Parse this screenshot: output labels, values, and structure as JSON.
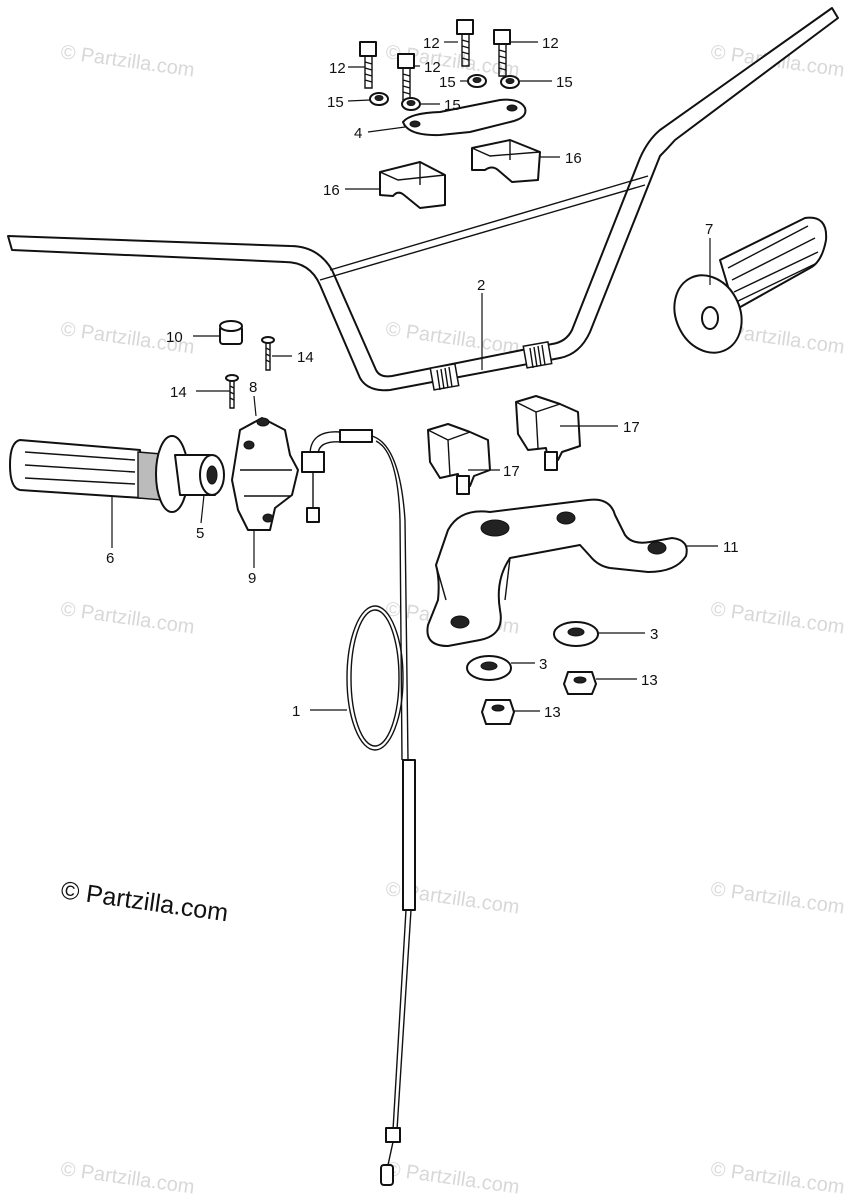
{
  "watermark": "© Partzilla.com",
  "copyright": "© Partzilla.com",
  "callouts": [
    {
      "id": "c1",
      "text": "1"
    },
    {
      "id": "c2",
      "text": "2"
    },
    {
      "id": "c3a",
      "text": "3"
    },
    {
      "id": "c3b",
      "text": "3"
    },
    {
      "id": "c4",
      "text": "4"
    },
    {
      "id": "c5",
      "text": "5"
    },
    {
      "id": "c6",
      "text": "6"
    },
    {
      "id": "c7",
      "text": "7"
    },
    {
      "id": "c8",
      "text": "8"
    },
    {
      "id": "c9",
      "text": "9"
    },
    {
      "id": "c10",
      "text": "10"
    },
    {
      "id": "c11",
      "text": "11"
    },
    {
      "id": "c12a",
      "text": "12"
    },
    {
      "id": "c12b",
      "text": "12"
    },
    {
      "id": "c12c",
      "text": "12"
    },
    {
      "id": "c12d",
      "text": "12"
    },
    {
      "id": "c13a",
      "text": "13"
    },
    {
      "id": "c13b",
      "text": "13"
    },
    {
      "id": "c14a",
      "text": "14"
    },
    {
      "id": "c14b",
      "text": "14"
    },
    {
      "id": "c15a",
      "text": "15"
    },
    {
      "id": "c15b",
      "text": "15"
    },
    {
      "id": "c15c",
      "text": "15"
    },
    {
      "id": "c15d",
      "text": "15"
    },
    {
      "id": "c16a",
      "text": "16"
    },
    {
      "id": "c16b",
      "text": "16"
    },
    {
      "id": "c17a",
      "text": "17"
    },
    {
      "id": "c17b",
      "text": "17"
    }
  ]
}
